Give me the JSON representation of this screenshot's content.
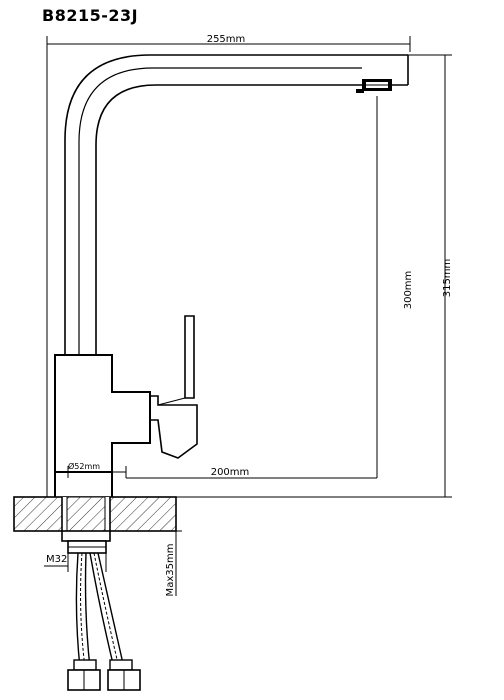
{
  "title": "B8215-23J",
  "dimensions": {
    "overall_reach": "255mm",
    "overall_height": "315mm",
    "spout_height": "300mm",
    "spout_reach": "200mm",
    "base_diameter": "Ø52mm",
    "thread": "M32",
    "max_deck_thickness": "Max35mm"
  }
}
